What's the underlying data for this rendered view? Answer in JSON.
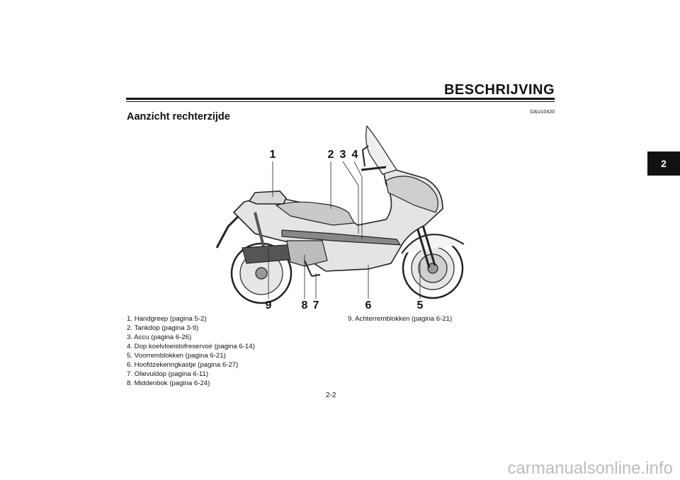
{
  "header": {
    "title": "BESCHRIJVING",
    "doc_code": "DAU10420"
  },
  "section": {
    "heading": "Aanzicht rechterzijde"
  },
  "chapter_tab": {
    "number": "2"
  },
  "figure": {
    "callouts": [
      "1",
      "2",
      "3",
      "4",
      "5",
      "6",
      "7",
      "8",
      "9"
    ]
  },
  "legend": {
    "items": [
      "1. Handgreep (pagina 5-2)",
      "2. Tankdop (pagina 3-9)",
      "3. Accu (pagina 6-26)",
      "4. Dop koelvloeistofreservoir (pagina 6-14)",
      "5. Voorremblokken (pagina 6-21)",
      "6. Hoofdzekeringkastje (pagina 6-27)",
      "7. Olievuldop (pagina 6-11)",
      "8. Middenbok (pagina 6-24)",
      "9. Achterremblokken (pagina 6-21)"
    ]
  },
  "footer": {
    "page_number": "2-2",
    "watermark": "carmanualsonline.info"
  }
}
